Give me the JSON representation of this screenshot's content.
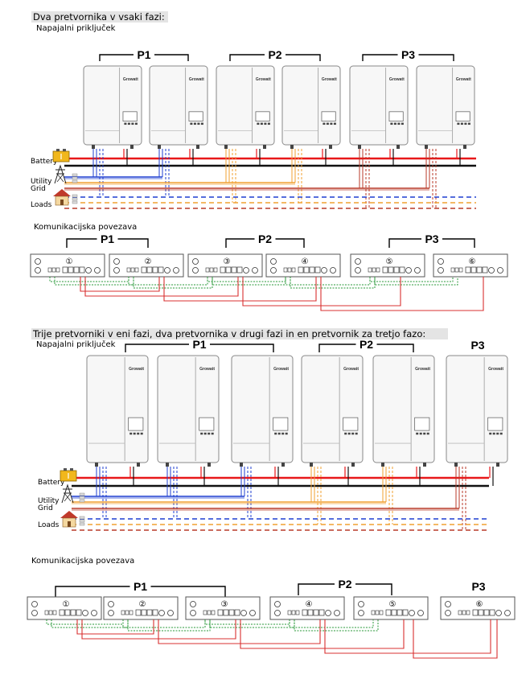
{
  "section1": {
    "title": "Dva pretvornika v vsaki fazi:",
    "power_label": "Napajalni priključek",
    "comm_label": "Komunikacijska povezava",
    "groups": [
      "P1",
      "P2",
      "P3"
    ],
    "comm_numbers": [
      "①",
      "②",
      "③",
      "④",
      "⑤",
      "⑥"
    ]
  },
  "section2": {
    "title": "Trije pretvorniki v eni fazi, dva pretvornika v drugi fazi in en pretvornik za tretjo fazo:",
    "power_label": "Napajalni priključek",
    "comm_label": "Komunikacijska povezava",
    "groups": [
      "P1",
      "P2",
      "P3"
    ],
    "comm_numbers": [
      "①",
      "②",
      "③",
      "④",
      "⑤",
      "⑥"
    ]
  },
  "legend": {
    "battery": "Battery",
    "utility_line1": "Utility",
    "utility_line2": "Grid",
    "loads": "Loads"
  },
  "inverter_brand": "Growatt",
  "colors": {
    "battery_positive": "#e8181a",
    "battery_negative": "#111111",
    "l1": "#1f3fd0",
    "l2": "#f0a030",
    "l3": "#b83a28",
    "comm_green": "#2a9a3a",
    "comm_red": "#d83030"
  }
}
